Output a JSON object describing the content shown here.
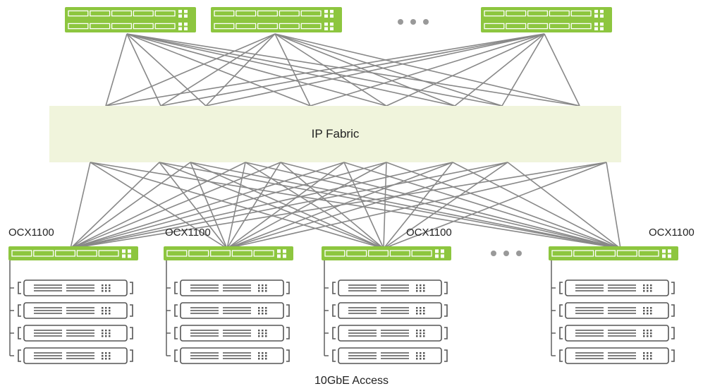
{
  "fabric": {
    "label": "IP Fabric"
  },
  "leaves": [
    {
      "label": "OCX1100"
    },
    {
      "label": "OCX1100"
    },
    {
      "label": "OCX1100"
    },
    {
      "label": "OCX1100"
    }
  ],
  "caption": "10GbE Access",
  "colors": {
    "switch_green": "#8dc63f",
    "fabric_band": "#f0f4dc",
    "link_gray": "#888888",
    "server_gray": "#555555",
    "ellipsis_gray": "#999999"
  }
}
